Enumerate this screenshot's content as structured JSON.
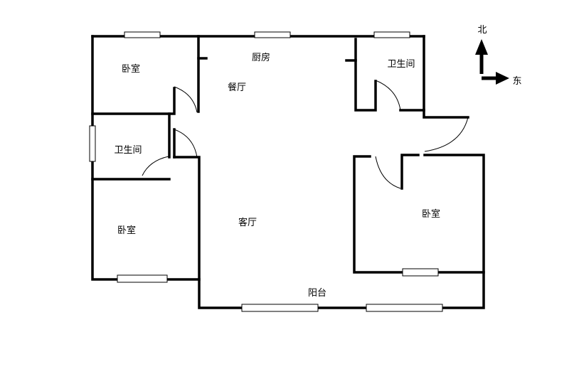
{
  "rooms": {
    "bedroom_nw": "卧室",
    "kitchen": "厨房",
    "dining": "餐厅",
    "bathroom_ne": "卫生间",
    "bathroom_w": "卫生间",
    "bedroom_sw": "卧室",
    "living": "客厅",
    "bedroom_e": "卧室",
    "balcony": "阳台"
  },
  "compass": {
    "north": "北",
    "east": "东"
  }
}
